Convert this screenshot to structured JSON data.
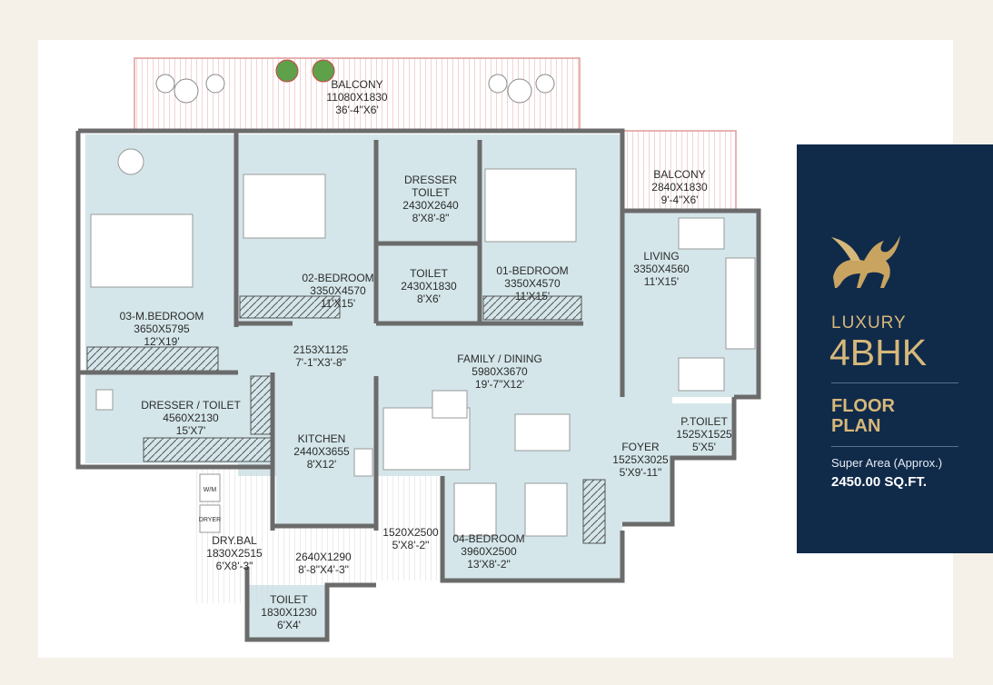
{
  "rooms": {
    "balcony_top": {
      "name": "BALCONY",
      "size": "11080X1830",
      "imperial": "36'-4\"X6'"
    },
    "balcony_right": {
      "name": "BALCONY",
      "size": "2840X1830",
      "imperial": "9'-4\"X6'"
    },
    "dresser_toilet_top": {
      "name": "DRESSER",
      "name2": "TOILET",
      "size": "2430X2640",
      "imperial": "8'X8'-8\""
    },
    "toilet_mid": {
      "name": "TOILET",
      "size": "2430X1830",
      "imperial": "8'X6'"
    },
    "bedroom_01": {
      "name": "01-BEDROOM",
      "size": "3350X4570",
      "imperial": "11'X15'"
    },
    "bedroom_02": {
      "name": "02-BEDROOM",
      "size": "3350X4570",
      "imperial": "11'X15'"
    },
    "bedroom_03": {
      "name": "03-M.BEDROOM",
      "size": "3650X5795",
      "imperial": "12'X19'"
    },
    "living": {
      "name": "LIVING",
      "size": "3350X4560",
      "imperial": "11'X15'"
    },
    "passage": {
      "size": "2153X1125",
      "imperial": "7'-1\"X3'-8\""
    },
    "family_dining": {
      "name": "FAMILY / DINING",
      "size": "5980X3670",
      "imperial": "19'-7\"X12'"
    },
    "dresser_toilet_left": {
      "name": "DRESSER / TOILET",
      "size": "4560X2130",
      "imperial": "15'X7'"
    },
    "kitchen": {
      "name": "KITCHEN",
      "size": "2440X3655",
      "imperial": "8'X12'"
    },
    "p_toilet": {
      "name": "P.TOILET",
      "size": "1525X1525",
      "imperial": "5'X5'"
    },
    "foyer": {
      "name": "FOYER",
      "size": "1525X3025",
      "imperial": "5'X9'-11\""
    },
    "utility_passage": {
      "size": "1520X2500",
      "imperial": "5'X8'-2\""
    },
    "bedroom_04": {
      "name": "04-BEDROOM",
      "size": "3960X2500",
      "imperial": "13'X8'-2\""
    },
    "dry_bal": {
      "name": "DRY.BAL",
      "size": "1830X2515",
      "imperial": "6'X8'-3\""
    },
    "lower_passage": {
      "size": "2640X1290",
      "imperial": "8'-8\"X4'-3\""
    },
    "toilet_bottom": {
      "name": "TOILET",
      "size": "1830X1230",
      "imperial": "6'X4'"
    }
  },
  "appliance": {
    "washer": "W/M",
    "dryer": "DRYER"
  },
  "panel": {
    "logo_icon": "pegasus-icon",
    "luxury": "LUXURY",
    "type": "4BHK",
    "floor": "FLOOR",
    "plan": "PLAN",
    "super_area_label": "Super Area (Approx.)",
    "super_area_value": "2450.00 SQ.FT."
  },
  "colors": {
    "room_fill": "#d4e6ea",
    "wall": "#6b6b6b",
    "balcony_lines": "#e2a3a3",
    "panel_bg": "#102a4a",
    "gold": "#d6b87a"
  }
}
